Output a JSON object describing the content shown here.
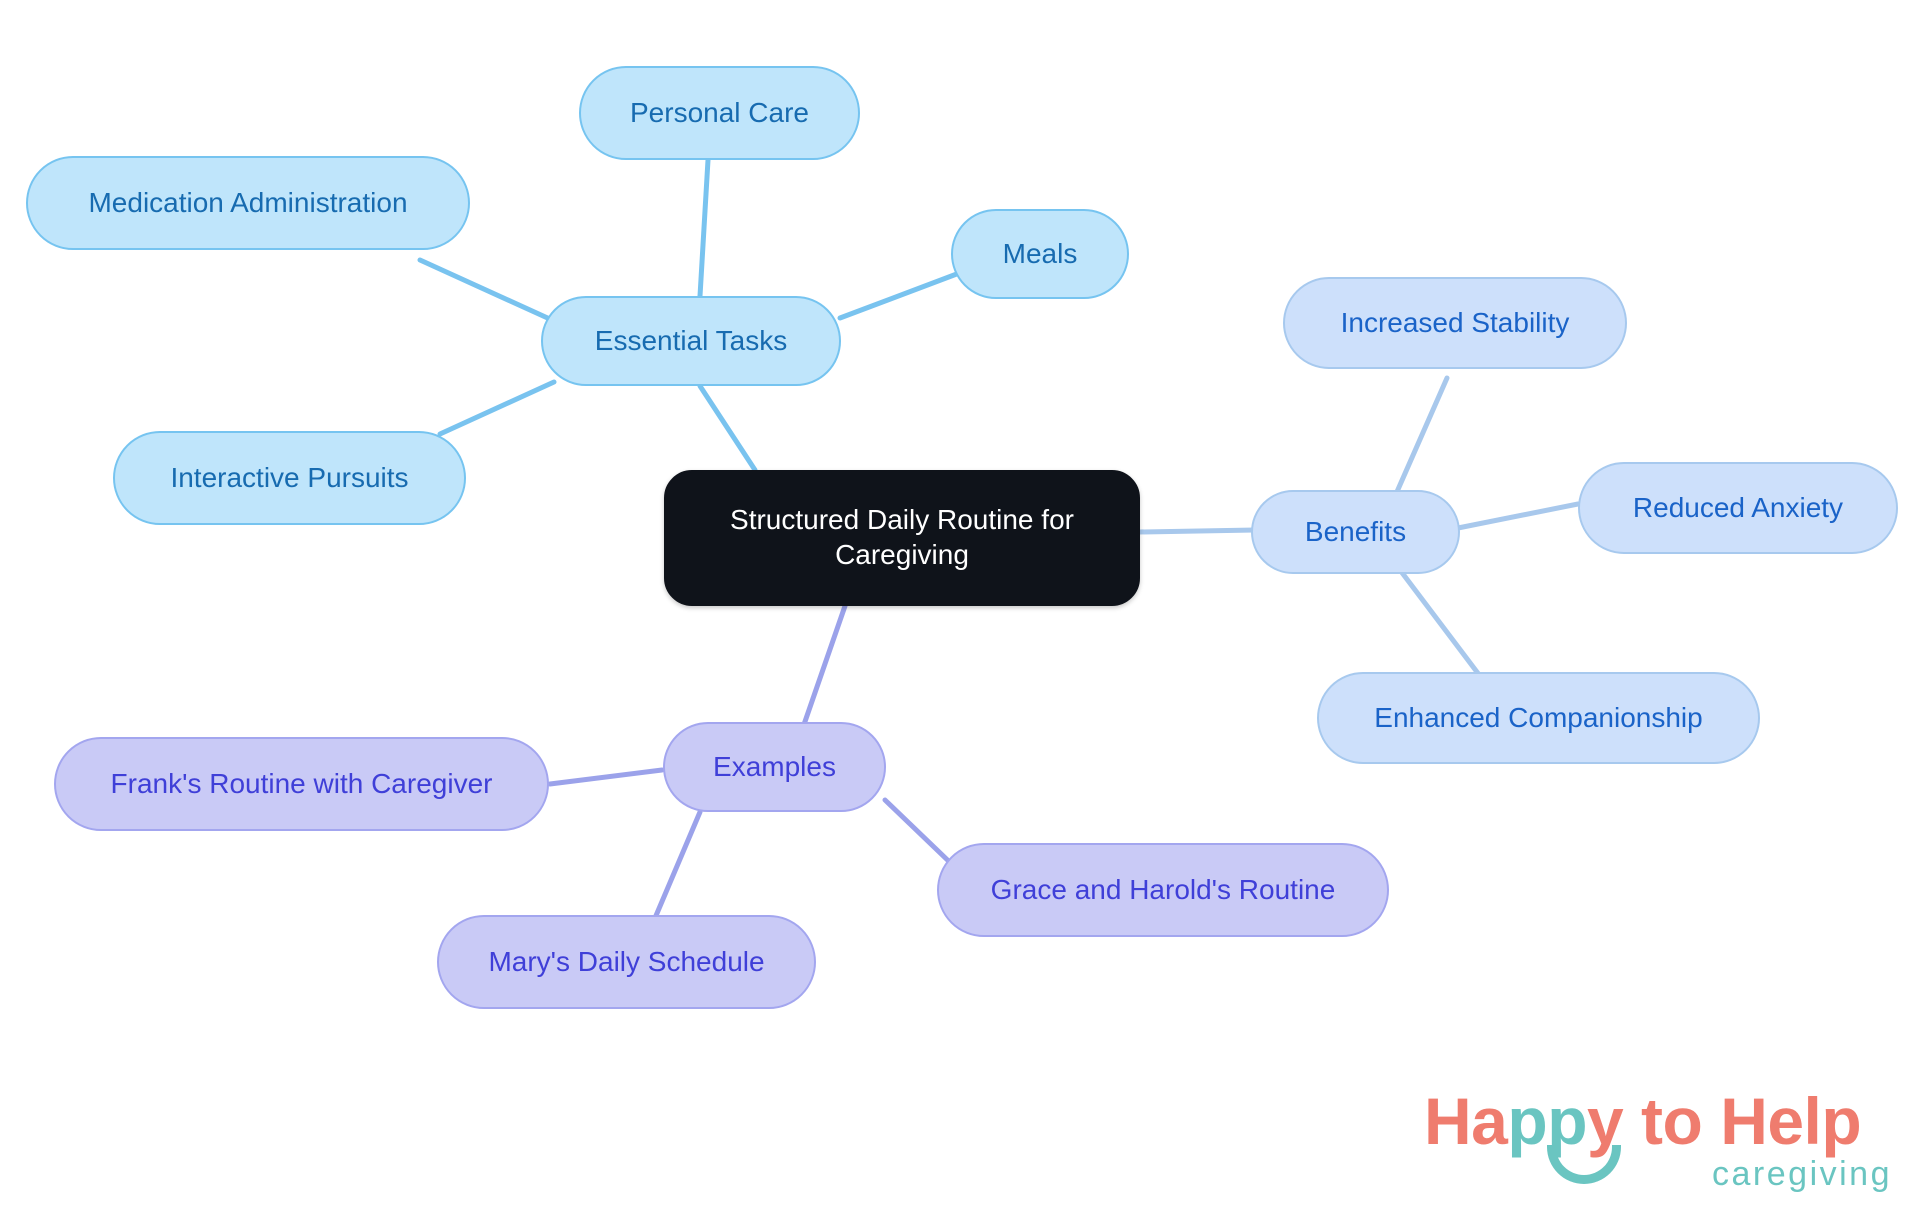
{
  "diagram": {
    "type": "mindmap",
    "title": "Structured Daily Routine for Caregiving",
    "colors": {
      "root_bg": "#0f131a",
      "root_text": "#ffffff",
      "blue_bg": "#bfe5fb",
      "blue_border": "#76c4f0",
      "blue_text": "#176bb0",
      "bluelight_bg": "#cde0fb",
      "bluelight_border": "#a7c9ee",
      "bluelight_text": "#1a63c8",
      "purple_bg": "#c9caf6",
      "purple_border": "#a3a6ef",
      "purple_text": "#3f3fd8",
      "edge_blue": "#79c3ef",
      "edge_bluelight": "#a8c8ec",
      "edge_purple": "#9ba2ea",
      "logo_coral": "#ef7c6e",
      "logo_teal": "#6ac5c1",
      "background": "#ffffff"
    },
    "root": {
      "label": "Structured Daily Routine for\nCaregiving"
    },
    "branches": [
      {
        "label": "Essential Tasks",
        "color": "blue",
        "children": [
          {
            "label": "Personal Care"
          },
          {
            "label": "Meals"
          },
          {
            "label": "Medication Administration"
          },
          {
            "label": "Interactive Pursuits"
          }
        ]
      },
      {
        "label": "Benefits",
        "color": "bluelight",
        "children": [
          {
            "label": "Increased Stability"
          },
          {
            "label": "Reduced Anxiety"
          },
          {
            "label": "Enhanced Companionship"
          }
        ]
      },
      {
        "label": "Examples",
        "color": "purple",
        "children": [
          {
            "label": "Frank's Routine with Caregiver"
          },
          {
            "label": "Mary's Daily Schedule"
          },
          {
            "label": "Grace and Harold's Routine"
          }
        ]
      }
    ]
  },
  "logo": {
    "line1_part1": "Ha",
    "line1_part2": "pp",
    "line1_part3": "y to Help",
    "line2": "caregiving"
  }
}
